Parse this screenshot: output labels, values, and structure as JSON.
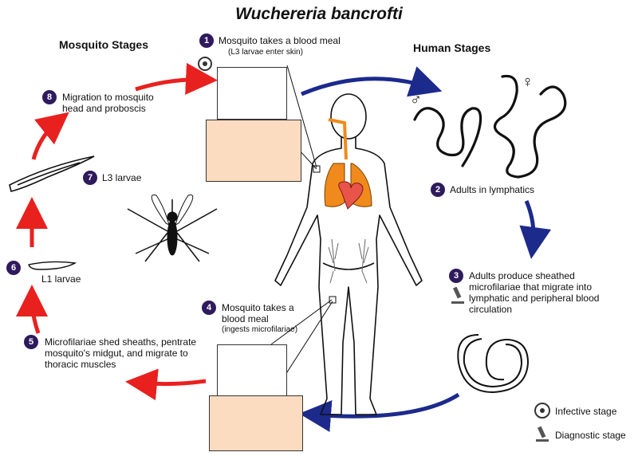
{
  "title": "Wuchereria bancrofti",
  "sections": {
    "mosquito": "Mosquito Stages",
    "human": "Human Stages"
  },
  "steps": [
    {
      "num": "1",
      "text": "Mosquito takes a blood meal",
      "sub": "(L3 larvae enter skin)"
    },
    {
      "num": "2",
      "text": "Adults in lymphatics"
    },
    {
      "num": "3",
      "text": "Adults produce sheathed microfilariae that migrate into lymphatic and peripheral blood circulation"
    },
    {
      "num": "4",
      "text": "Mosquito takes a blood meal",
      "sub": "(ingests microfilariae)"
    },
    {
      "num": "5",
      "text": "Microfilariae shed sheaths, pentrate mosquito's midgut, and migrate to thoracic muscles"
    },
    {
      "num": "6",
      "text": "L1 larvae"
    },
    {
      "num": "7",
      "text": "L3 larvae"
    },
    {
      "num": "8",
      "text": "Migration to mosquito head and proboscis"
    }
  ],
  "sex_symbols": {
    "male": "♂",
    "female": "♀"
  },
  "legend": {
    "infective": "Infective stage",
    "diagnostic": "Diagnostic stage"
  },
  "colors": {
    "mosquito_arrow": "#e8211f",
    "human_arrow": "#1c2a8c",
    "badge": "#2e1a5c",
    "panel": "#fbdcc1",
    "organ": "#f08a1c",
    "heart": "#e8544a"
  }
}
